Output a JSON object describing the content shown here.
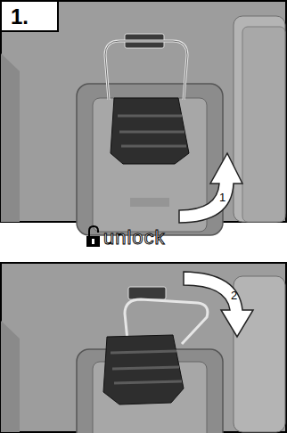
{
  "diagram": {
    "nodes": [
      {
        "text": [
          "1."
        ]
      },
      {
        "text": [
          "1"
        ]
      },
      {
        "text": [
          "2"
        ]
      }
    ],
    "labels": [
      "unlock"
    ]
  }
}
